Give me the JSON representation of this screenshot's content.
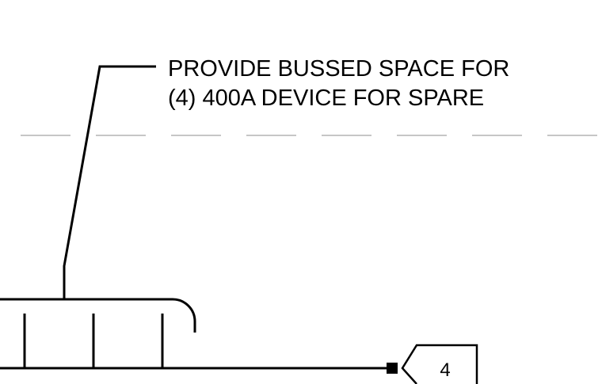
{
  "note": {
    "lines": [
      "PROVIDE BUSSED SPACE FOR",
      "(4) 400A DEVICE FOR SPARE"
    ]
  },
  "feeder_tag": {
    "label": "4"
  },
  "colors": {
    "line": "#000000",
    "hidden_line": "#b3b3b3",
    "background": "#ffffff"
  }
}
